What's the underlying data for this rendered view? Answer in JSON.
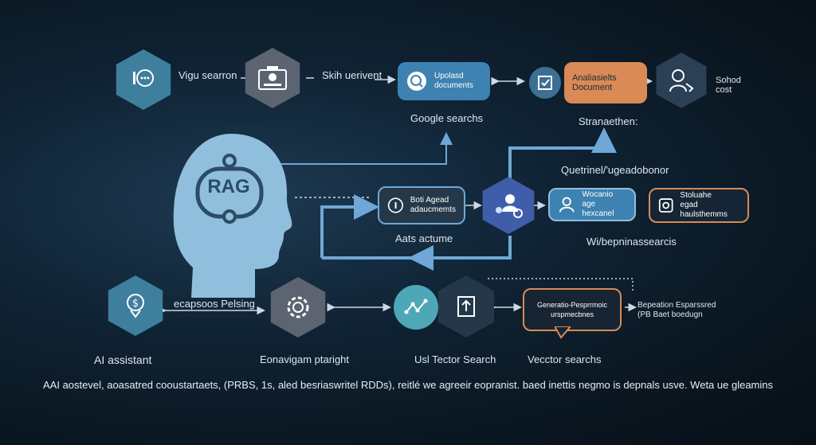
{
  "rag_head": {
    "text": "RAG"
  },
  "top_row": {
    "label_1": "Vigu searron",
    "label_2": "Skih uerivent",
    "card_upload": "Upolasd\ndocuments",
    "label_google": "Google searchs",
    "card_analysis": "Analiasielts\nDocument",
    "label_school": "Sohod\ncost",
    "label_stran": "Stranaethen:"
  },
  "middle_row": {
    "label_query": "Quetrinel/'ugeadobonor",
    "card_bot": "Boti Agead\nadaucmemts",
    "label_acts": "Aats actume",
    "card_wocaio": "Wocanio\nage hexcanel",
    "card_stoluh": "Stoluahe\negad haulsthemms",
    "label_web": "Wi/bepninassearcis"
  },
  "bottom_row": {
    "label_ecap": "ecapsoos Pelsing",
    "label_ai": "AI assistant",
    "label_eona": "Eonavigam ptaright",
    "label_ust": "Usl Tector Search",
    "bubble_text": "Generatio-Pesprrmoic\nurspmecbnes",
    "label_vector": "Vecctor searchs",
    "label_bepe": "Bepeation Esparssred\n(PB Baet boedugn"
  },
  "caption": "AAI aostevel,  aoasatred  cooustartaets,  (PRBS, 1s, aled besriaswritel RDDs), reitlé we agreeir eopranist. baed inettis negmo is depnals usve.  Weta ue gleamins",
  "colors": {
    "teal": "#3d7f9d",
    "gray": "#5b6470",
    "orange": "#d98a55",
    "blue_card": "#3d82b0",
    "arrow": "#6fa8d6"
  },
  "icons": {
    "chat_hex": "chat-info-icon",
    "document_hex": "document-card-icon",
    "search_card": "search-icon",
    "analysis_card": "document-check-icon",
    "person_hex": "person-hand-icon",
    "network_hex": "team-network-icon",
    "target_hex": "location-target-icon",
    "gear_hex": "gear-icon",
    "chart_circle": "chart-nodes-icon",
    "file_hex": "file-upload-icon"
  }
}
